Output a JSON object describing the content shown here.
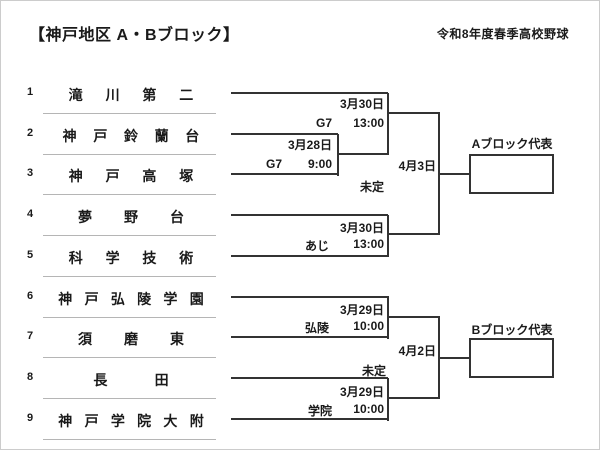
{
  "header": {
    "title": "【神戸地区 A・Bブロック】",
    "season": "令和8年度春季高校野球"
  },
  "teams": [
    {
      "no": "1",
      "name": "滝川第二"
    },
    {
      "no": "2",
      "name": "神戸鈴蘭台"
    },
    {
      "no": "3",
      "name": "神戸高塚"
    },
    {
      "no": "4",
      "name": "夢野台"
    },
    {
      "no": "5",
      "name": "科学技術"
    },
    {
      "no": "6",
      "name": "神戸弘陵学園"
    },
    {
      "no": "7",
      "name": "須磨東"
    },
    {
      "no": "8",
      "name": "長田"
    },
    {
      "no": "9",
      "name": "神戸学院大附"
    }
  ],
  "matches": {
    "a1": {
      "date": "3月30日",
      "venue": "G7",
      "time": "13:00"
    },
    "a2": {
      "date": "3月28日",
      "venue": "G7",
      "time": "9:00"
    },
    "a3": {
      "date": "3月30日",
      "venue": "あじ",
      "time": "13:00"
    },
    "a_final": {
      "date": "4月3日",
      "venue": "未定"
    },
    "b1": {
      "date": "3月29日",
      "venue": "弘陵",
      "time": "10:00"
    },
    "b2": {
      "date": "3月29日",
      "venue": "学院",
      "time": "10:00"
    },
    "b_final": {
      "date": "4月2日",
      "venue": "未定"
    }
  },
  "blocks": {
    "a_label": "Aブロック代表",
    "b_label": "Bブロック代表"
  },
  "colors": {
    "line": "#333333",
    "separator": "#b5b5b5",
    "text": "#1a1a1a",
    "background": "#ffffff"
  }
}
